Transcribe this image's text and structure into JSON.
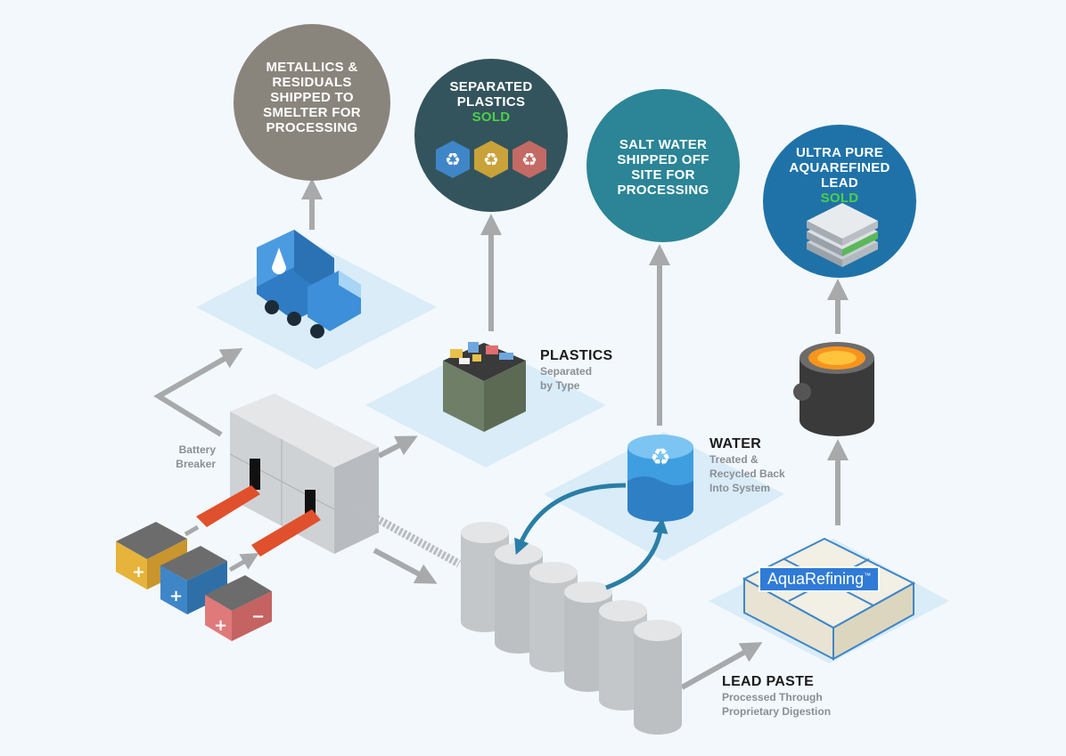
{
  "circles": {
    "metallics": {
      "lines": [
        "METALLICS &",
        "RESIDUALS",
        "SHIPPED TO",
        "SMELTER FOR",
        "PROCESSING"
      ],
      "color": "#8a857c"
    },
    "plastics_sold": {
      "lines": [
        "SEPARATED",
        "PLASTICS"
      ],
      "sold": "SOLD",
      "color": "#33545c"
    },
    "salt_water": {
      "lines": [
        "SALT WATER",
        "SHIPPED OFF",
        "SITE FOR",
        "PROCESSING"
      ],
      "color": "#2b8596"
    },
    "lead_sold": {
      "lines": [
        "ULTRA PURE",
        "AQUAREFINED",
        "LEAD"
      ],
      "sold": "SOLD",
      "color": "#1f72a8"
    }
  },
  "labels": {
    "plastics": {
      "title": "PLASTICS",
      "sub": [
        "Separated",
        "by Type"
      ]
    },
    "water": {
      "title": "WATER",
      "sub": [
        "Treated &",
        "Recycled Back",
        "Into System"
      ]
    },
    "lead_paste": {
      "title": "LEAD PASTE",
      "sub": [
        "Processed Through",
        "Proprietary Digestion"
      ]
    },
    "battery_breaker": [
      "Battery",
      "Breaker"
    ]
  },
  "brand": {
    "name": "AquaRefining",
    "mark": "™"
  },
  "colors": {
    "arrow": "#a7a9ab",
    "platform": "#d9ecf8",
    "truck": "#3c8fd8",
    "water_arrow": "#2a7ea6",
    "sold": "#4cd04a",
    "recycle_blue": "#3f86c8",
    "recycle_gold": "#c9a23a",
    "recycle_red": "#c46a64"
  }
}
